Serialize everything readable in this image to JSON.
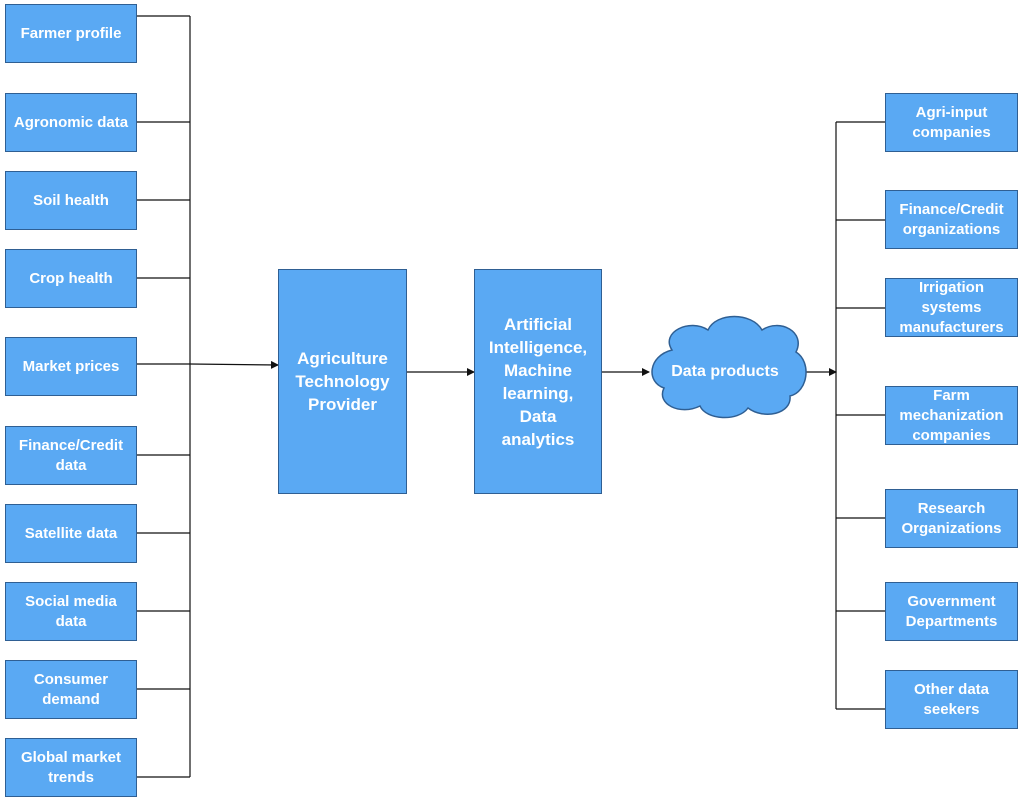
{
  "sources": [
    "Farmer profile",
    "Agronomic data",
    "Soil health",
    "Crop health",
    "Market prices",
    "Finance/Credit data",
    "Satellite data",
    "Social media data",
    "Consumer demand",
    "Global market trends"
  ],
  "provider": "Agriculture Technology Provider",
  "analytics": "Artificial Intelligence, Machine learning, Data analytics",
  "products": "Data products",
  "consumers": [
    "Agri-input companies",
    "Finance/Credit organizations",
    "Irrigation systems manufacturers",
    "Farm mechanization companies",
    "Research Organizations",
    "Government Departments",
    "Other data seekers"
  ],
  "colors": {
    "box_fill": "#5aa9f3",
    "box_border": "#2f5f93",
    "line": "#111111"
  }
}
